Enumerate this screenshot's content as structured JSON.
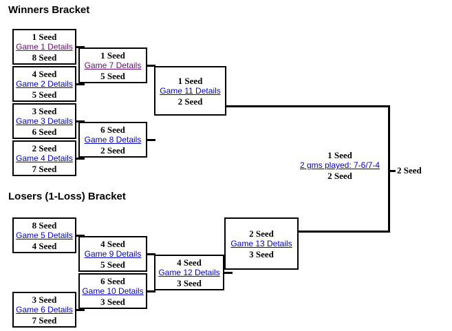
{
  "page": {
    "background_color": "#ffffff",
    "line_color": "#000000",
    "link_color_unvisited": "#0000cc",
    "link_color_visited": "#6a0a7a"
  },
  "winners_bracket": {
    "heading": "Winners Bracket",
    "round1": [
      {
        "top_seed": "1 Seed",
        "link": "Game 1 Details",
        "bottom_seed": "8 Seed",
        "visited": true
      },
      {
        "top_seed": "4 Seed",
        "link": "Game 2 Details",
        "bottom_seed": "5 Seed",
        "visited": false
      },
      {
        "top_seed": "3 Seed",
        "link": "Game 3 Details",
        "bottom_seed": "6 Seed",
        "visited": false
      },
      {
        "top_seed": "2 Seed",
        "link": "Game 4 Details",
        "bottom_seed": "7 Seed",
        "visited": false
      }
    ],
    "round2": [
      {
        "top_seed": "1 Seed",
        "link": "Game 7 Details",
        "bottom_seed": "5 Seed",
        "visited": true
      },
      {
        "top_seed": "6 Seed",
        "link": "Game 8 Details",
        "bottom_seed": "2 Seed",
        "visited": false
      }
    ],
    "round3": [
      {
        "top_seed": "1 Seed",
        "link": "Game 11 Details",
        "bottom_seed": "2 Seed",
        "visited": false
      }
    ]
  },
  "final": {
    "top_seed": "1 Seed",
    "link": "2 gms played: 7-6/7-4",
    "bottom_seed": "2 Seed",
    "champion_seed": "2 Seed",
    "visited": false
  },
  "losers_bracket": {
    "heading": "Losers (1-Loss) Bracket",
    "round1": [
      {
        "top_seed": "8 Seed",
        "link": "Game 5 Details",
        "bottom_seed": "4 Seed",
        "visited": false
      },
      {
        "top_seed": "3 Seed",
        "link": "Game 6 Details",
        "bottom_seed": "7 Seed",
        "visited": false
      }
    ],
    "round2": [
      {
        "top_seed": "4 Seed",
        "link": "Game 9 Details",
        "bottom_seed": "5 Seed",
        "visited": false
      },
      {
        "top_seed": "6 Seed",
        "link": "Game 10 Details",
        "bottom_seed": "3 Seed",
        "visited": false
      }
    ],
    "round3": [
      {
        "top_seed": "4 Seed",
        "link": "Game 12 Details",
        "bottom_seed": "3 Seed",
        "visited": false
      }
    ],
    "round4": [
      {
        "top_seed": "2 Seed",
        "link": "Game 13 Details",
        "bottom_seed": "3 Seed",
        "visited": false
      }
    ]
  }
}
